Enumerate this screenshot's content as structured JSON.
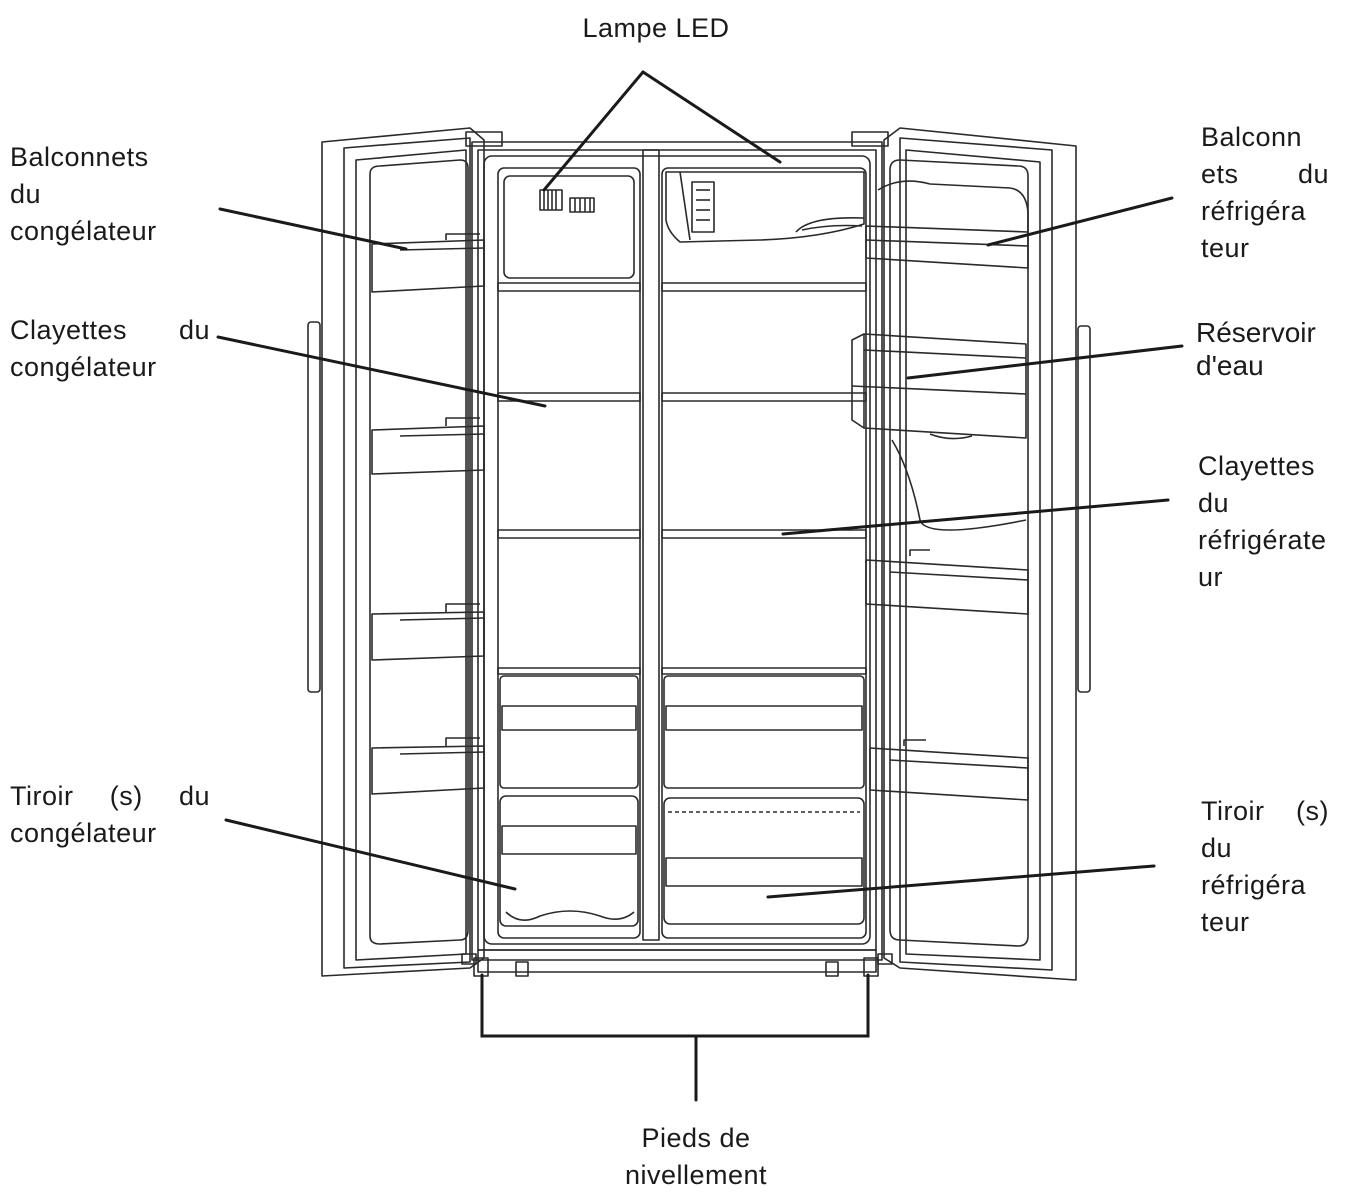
{
  "labels": {
    "led_lamp": [
      "Lampe LED"
    ],
    "freezer_door_balconies": [
      "Balconnets",
      "du",
      "congélateur"
    ],
    "freezer_shelves": [
      "Clayettes du",
      "congélateur"
    ],
    "freezer_drawers": [
      "Tiroir (s) du",
      "congélateur"
    ],
    "fridge_door_balconies": [
      "Balconn",
      "ets du",
      "réfrigéra",
      "teur"
    ],
    "water_tank": [
      "Réservoir",
      "d'eau"
    ],
    "fridge_shelves": [
      "Clayettes",
      "du",
      "réfrigérate",
      "ur"
    ],
    "fridge_drawers": [
      "Tiroir (s)",
      "du",
      "réfrigéra",
      "teur"
    ],
    "leveling_feet": [
      "Pieds de",
      "nivellement"
    ]
  },
  "colors": {
    "line": "#1a1a1a",
    "background": "#ffffff"
  }
}
